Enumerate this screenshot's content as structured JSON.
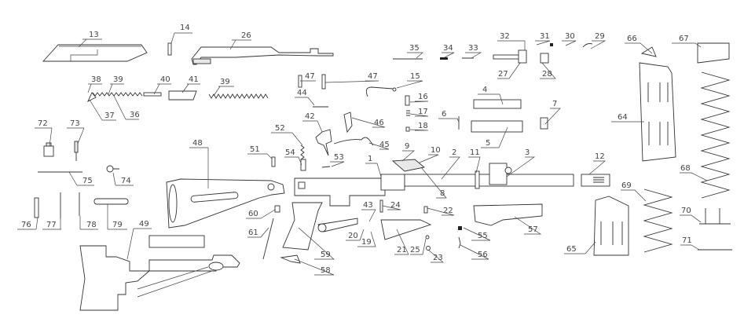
{
  "title": "Exploded parts diagram",
  "callouts": [
    "13",
    "14",
    "26",
    "38",
    "39",
    "40",
    "41",
    "39",
    "36",
    "37",
    "72",
    "73",
    "75",
    "74",
    "76",
    "77",
    "78",
    "79",
    "49",
    "48",
    "51",
    "52",
    "54",
    "53",
    "42",
    "44",
    "47",
    "47",
    "46",
    "45",
    "15",
    "16",
    "17",
    "18",
    "6",
    "4",
    "5",
    "7",
    "9",
    "10",
    "2",
    "11",
    "3",
    "1",
    "8",
    "12",
    "60",
    "61",
    "59",
    "58",
    "43",
    "20",
    "19",
    "24",
    "22",
    "21",
    "25",
    "23",
    "55",
    "56",
    "57",
    "35",
    "34",
    "33",
    "32",
    "31",
    "30",
    "29",
    "27",
    "28",
    "66",
    "67",
    "64",
    "65",
    "68",
    "69",
    "70",
    "71"
  ]
}
